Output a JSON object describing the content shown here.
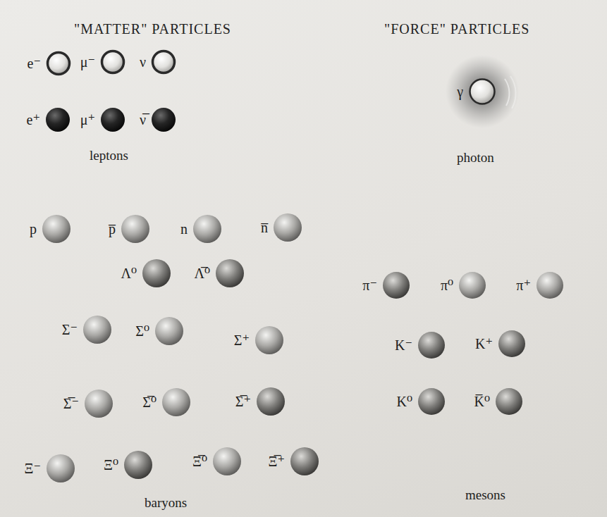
{
  "diagram": {
    "nodes": [
      {
        "text": [
          "e⁻"
        ]
      },
      {
        "text": [
          "μ⁻"
        ]
      },
      {
        "text": [
          "ν"
        ]
      },
      {
        "text": [
          "γ"
        ]
      },
      {
        "text": [
          "e⁺"
        ]
      },
      {
        "text": [
          "μ⁺"
        ]
      },
      {
        "text": [
          "ν̅"
        ]
      },
      {
        "text": [
          "p"
        ]
      },
      {
        "text": [
          "p̅"
        ]
      },
      {
        "text": [
          "n"
        ]
      },
      {
        "text": [
          "n̅"
        ]
      },
      {
        "text": [
          "Λ⁰"
        ]
      },
      {
        "text": [
          "Λ̅⁰"
        ]
      },
      {
        "text": [
          "π⁻"
        ]
      },
      {
        "text": [
          "π⁰"
        ]
      },
      {
        "text": [
          "π⁺"
        ]
      },
      {
        "text": [
          "Σ⁻"
        ]
      },
      {
        "text": [
          "Σ⁰"
        ]
      },
      {
        "text": [
          "Σ⁺"
        ]
      },
      {
        "text": [
          "K⁻"
        ]
      },
      {
        "text": [
          "K⁺"
        ]
      },
      {
        "text": [
          "Σ̅⁻"
        ]
      },
      {
        "text": [
          "Σ̅⁰"
        ]
      },
      {
        "text": [
          "Σ̅⁺"
        ]
      },
      {
        "text": [
          "K⁰"
        ]
      },
      {
        "text": [
          "K̅⁰"
        ]
      },
      {
        "text": [
          "Ξ⁻"
        ]
      },
      {
        "text": [
          "Ξ⁰"
        ]
      },
      {
        "text": [
          "Ξ̅⁰"
        ]
      },
      {
        "text": [
          "Ξ̅⁺"
        ]
      }
    ],
    "labels": [
      "\"MATTER\" PARTICLES",
      "\"FORCE\" PARTICLES",
      "leptons",
      "photon",
      "baryons",
      "mesons"
    ]
  }
}
